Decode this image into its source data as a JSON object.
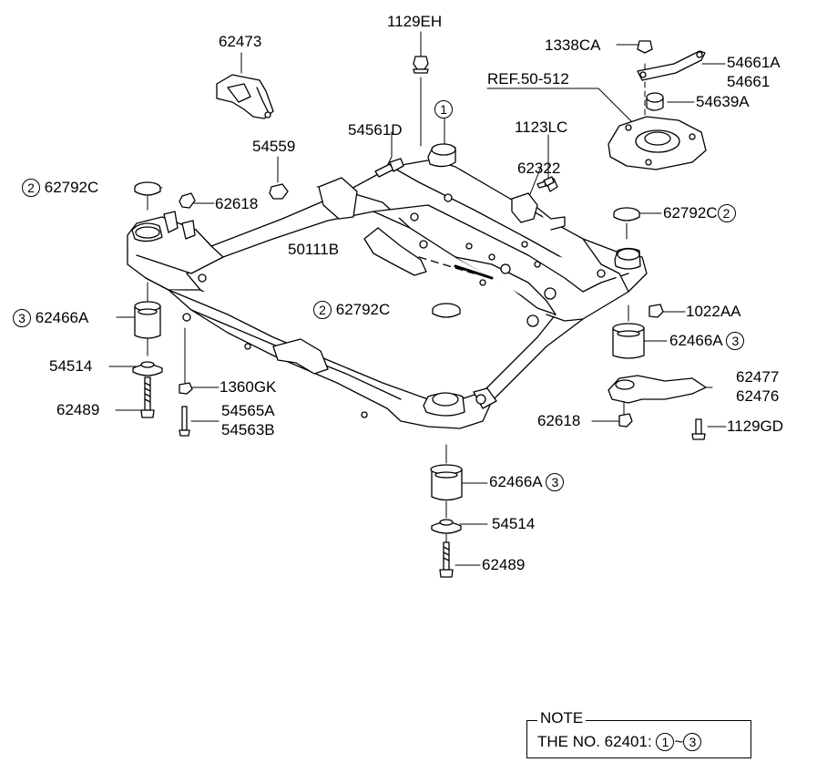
{
  "ref_label": "REF.50-512",
  "note": {
    "title": "NOTE",
    "text_prefix": "THE NO. 62401:",
    "range_start": "1",
    "tilde": "~",
    "range_end": "3"
  },
  "callouts": {
    "c1": "1",
    "p62792c_tl_num": "2",
    "p62792c_tl": "62792C",
    "p62792c_mid_num": "2",
    "p62792c_mid": "62792C",
    "p62792c_r": "62792C",
    "p62792c_r_num": "2",
    "p62466a_l_num": "3",
    "p62466a_l": "62466A",
    "p62466a_r": "62466A",
    "p62466a_r_num": "3",
    "p62466a_b": "62466A",
    "p62466a_b_num": "3"
  },
  "parts": {
    "p62473": "62473",
    "p1129eh": "1129EH",
    "p1338ca": "1338CA",
    "p54661a": "54661A",
    "p54661": "54661",
    "p54639a": "54639A",
    "p54561d": "54561D",
    "p1123lc": "1123LC",
    "p54559": "54559",
    "p62618_t": "62618",
    "p62322": "62322",
    "p50111b": "50111B",
    "p1022aa": "1022AA",
    "p54514_l": "54514",
    "p1360gk": "1360GK",
    "p62489_l": "62489",
    "p54565a": "54565A",
    "p54563b": "54563B",
    "p62477": "62477",
    "p62476": "62476",
    "p62618_r": "62618",
    "p1129gd": "1129GD",
    "p54514_b": "54514",
    "p62489_b": "62489"
  }
}
